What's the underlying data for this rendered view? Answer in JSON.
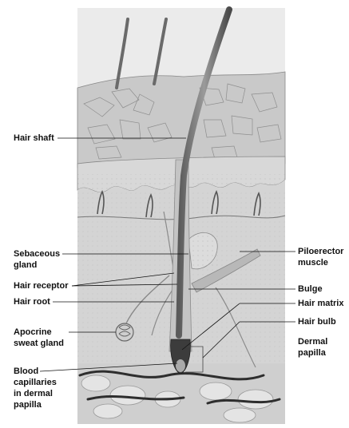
{
  "labels": {
    "hair_shaft": "Hair shaft",
    "sebaceous_gland_1": "Sebaceous",
    "sebaceous_gland_2": "gland",
    "hair_receptor": "Hair receptor",
    "hair_root": "Hair root",
    "apocrine_1": "Apocrine",
    "apocrine_2": "sweat gland",
    "blood_1": "Blood",
    "blood_2": "capillaries",
    "blood_3": "in dermal",
    "blood_4": "papilla",
    "piloerector_1": "Piloerector",
    "piloerector_2": "muscle",
    "bulge": "Bulge",
    "hair_matrix": "Hair matrix",
    "hair_bulb": "Hair bulb",
    "dermal_1": "Dermal",
    "dermal_2": "papilla"
  }
}
